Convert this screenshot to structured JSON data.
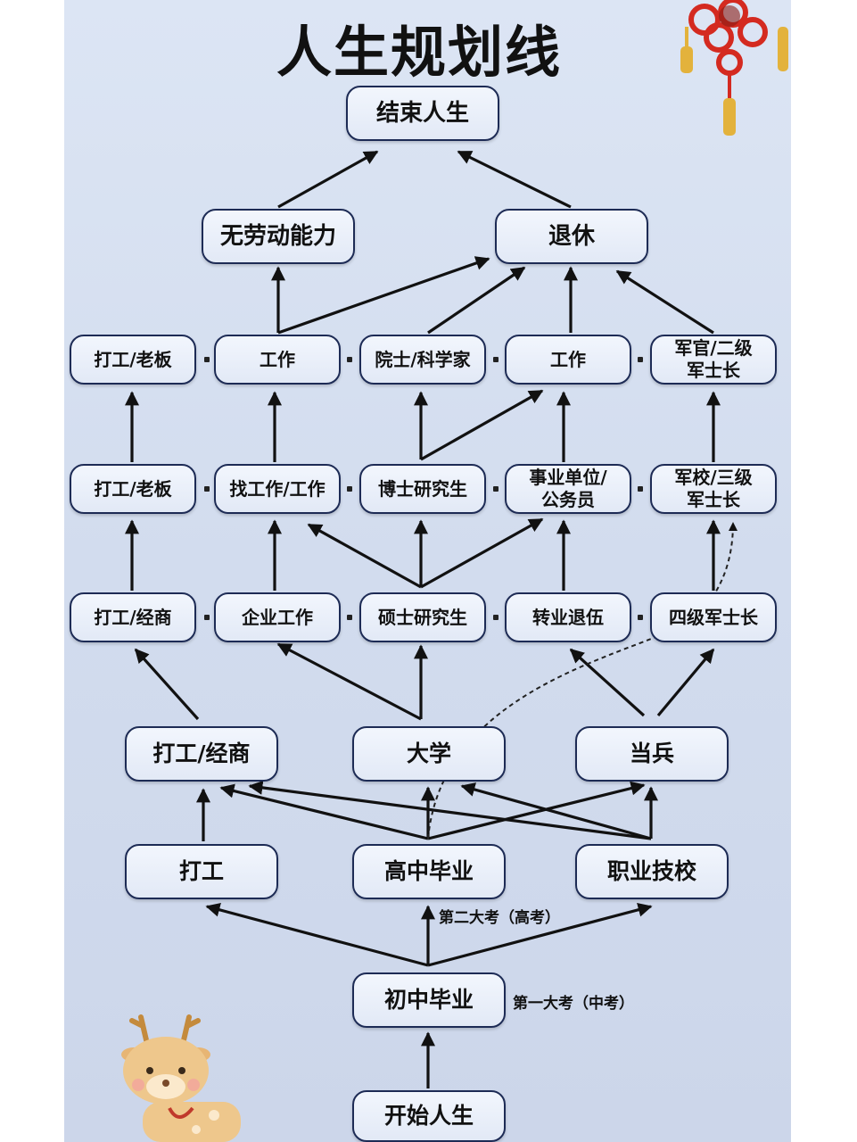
{
  "title": "人生规划线",
  "nodes": {
    "end_life": "结束人生",
    "incapable": "无劳动能力",
    "retire": "退休",
    "r5_migrant": "打工/老板",
    "r5_work": "工作",
    "r5_academician": "院士/科学家",
    "r5_work2": "工作",
    "r5_officer": "军官/二级\n军士长",
    "r4_migrant": "打工/老板",
    "r4_findjob": "找工作/工作",
    "r4_phd": "博士研究生",
    "r4_civil": "事业单位/\n公务员",
    "r4_academy": "军校/三级\n军士长",
    "r3_migrant": "打工/经商",
    "r3_company": "企业工作",
    "r3_master": "硕士研究生",
    "r3_transfer": "转业退伍",
    "r3_sergeant": "四级军士长",
    "r2_migrant": "打工/经商",
    "r2_university": "大学",
    "r2_soldier": "当兵",
    "r1_work": "打工",
    "r1_highschool": "高中毕业",
    "r1_vocational": "职业技校",
    "middle_school": "初中毕业",
    "start_life": "开始人生"
  },
  "exams": {
    "second": "第二大考（高考）",
    "first": "第一大考（中考）"
  },
  "icons": [
    "chinese-knot-icon",
    "deer-icon"
  ],
  "colors": {
    "panel": "#d6dff0",
    "node_border": "#1d2b55",
    "arrow": "#111111",
    "knot_red": "#d42a20",
    "knot_gold": "#e3b23c"
  }
}
